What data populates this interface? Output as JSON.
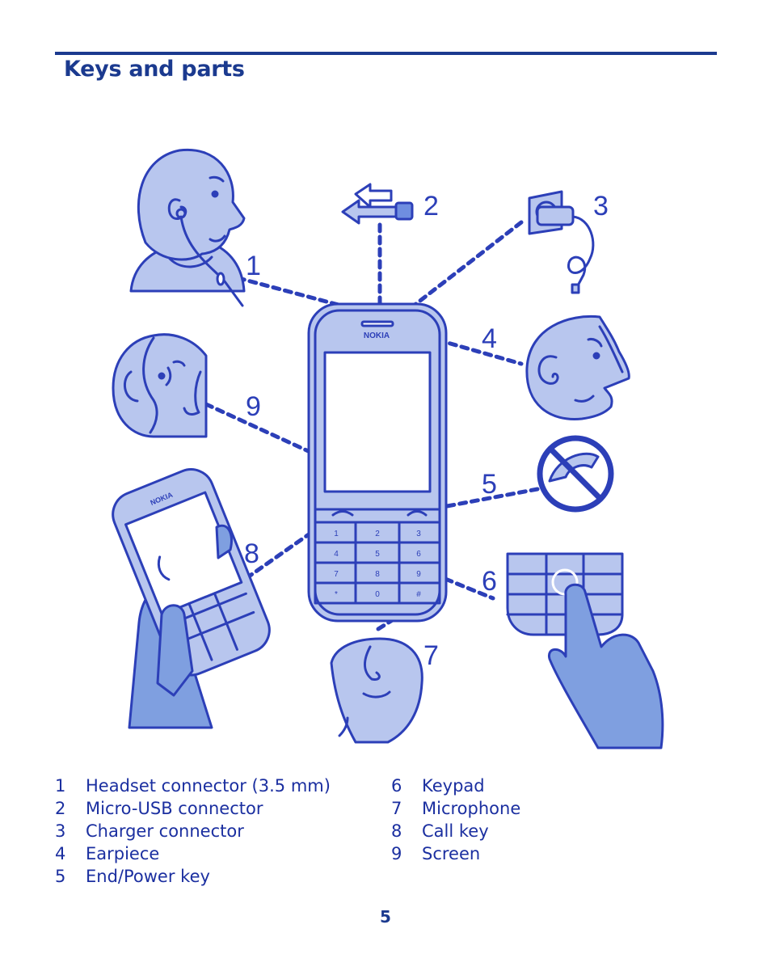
{
  "page": {
    "title": "Keys and parts",
    "page_number": "5"
  },
  "phone": {
    "brand": "NOKIA",
    "keys": [
      "1",
      "2",
      "3",
      "4",
      "5",
      "6",
      "7",
      "8",
      "9",
      "*",
      "0",
      "#"
    ]
  },
  "callouts": [
    "1",
    "2",
    "3",
    "4",
    "5",
    "6",
    "7",
    "8",
    "9"
  ],
  "legend": {
    "left": [
      {
        "num": "1",
        "label": "Headset connector (3.5 mm)"
      },
      {
        "num": "2",
        "label": "Micro-USB connector"
      },
      {
        "num": "3",
        "label": "Charger connector"
      },
      {
        "num": "4",
        "label": "Earpiece"
      },
      {
        "num": "5",
        "label": "End/Power key"
      }
    ],
    "right": [
      {
        "num": "6",
        "label": "Keypad"
      },
      {
        "num": "7",
        "label": "Microphone"
      },
      {
        "num": "8",
        "label": "Call key"
      },
      {
        "num": "9",
        "label": "Screen"
      }
    ]
  },
  "colors": {
    "line": "#2c3fb8",
    "fill": "#b8c6ee",
    "hand": "#7f9fe0",
    "heading": "#1b3a8f"
  }
}
